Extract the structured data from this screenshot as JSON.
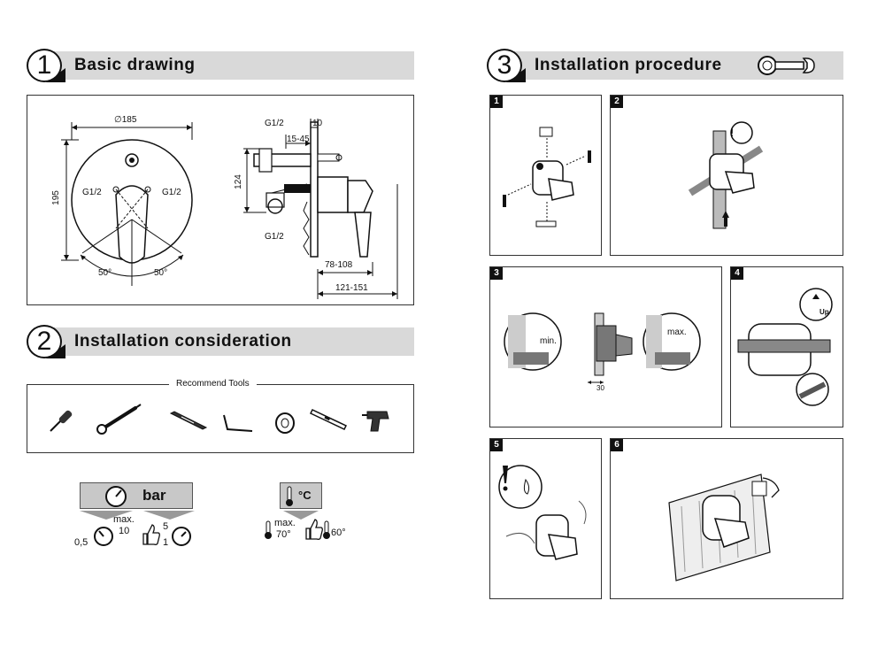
{
  "sections": {
    "basic": {
      "num": "1",
      "title": "Basic drawing"
    },
    "consideration": {
      "num": "2",
      "title": "Installation consideration"
    },
    "procedure": {
      "num": "3",
      "title": "Installation procedure"
    }
  },
  "drawing": {
    "diameter": "∅185",
    "height": "195",
    "left_port": "G1/2",
    "right_port": "G1/2",
    "angle_left": "50°",
    "angle_right": "50°",
    "side_top_port": "G1/2",
    "side_bottom_port": "G1/2",
    "dim_10": "10",
    "dim_15_45": "15-45",
    "dim_124": "124",
    "dim_78_108": "78-108",
    "dim_121_151": "121-151"
  },
  "tools": {
    "title": "Recommend Tools",
    "items": [
      "screwdriver-icon",
      "adjustable-wrench-icon",
      "utility-knife-icon",
      "hex-key-icon",
      "tape-roll-icon",
      "spirit-level-icon",
      "power-drill-icon"
    ]
  },
  "pressure": {
    "unit": "bar",
    "max_label": "max.",
    "max_value": "10",
    "min_value": "0,5",
    "range_high": "5",
    "range_low": "1"
  },
  "temperature": {
    "unit": "°C",
    "max_label": "max.",
    "max_value": "70°",
    "recommended": "60°"
  },
  "steps": [
    {
      "num": "1"
    },
    {
      "num": "2"
    },
    {
      "num": "3",
      "min_label": "min.",
      "max_label": "max.",
      "dim": "30"
    },
    {
      "num": "4",
      "up_label": "Up"
    },
    {
      "num": "5"
    },
    {
      "num": "6"
    }
  ]
}
